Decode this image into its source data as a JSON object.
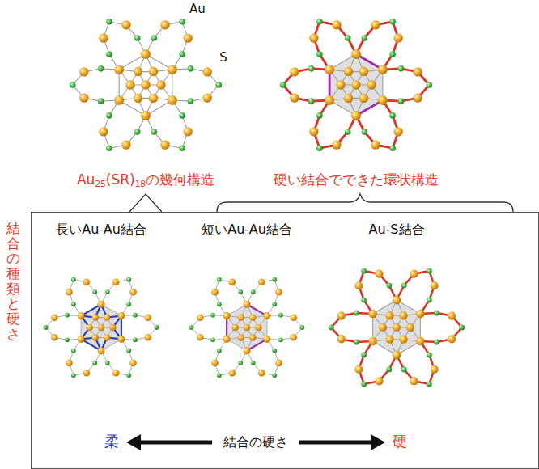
{
  "diagram": {
    "nodes": [
      {
        "text": [
          "結合の種類と硬さ"
        ]
      }
    ],
    "labels": [
      "Au",
      "S",
      "Au25(SR)18の幾何構造",
      "硬い結合でできた環状構造",
      "長いAu-Au結合",
      "短いAu-Au結合",
      "Au-S結合",
      "柔",
      "結合の硬さ",
      "硬"
    ]
  }
}
